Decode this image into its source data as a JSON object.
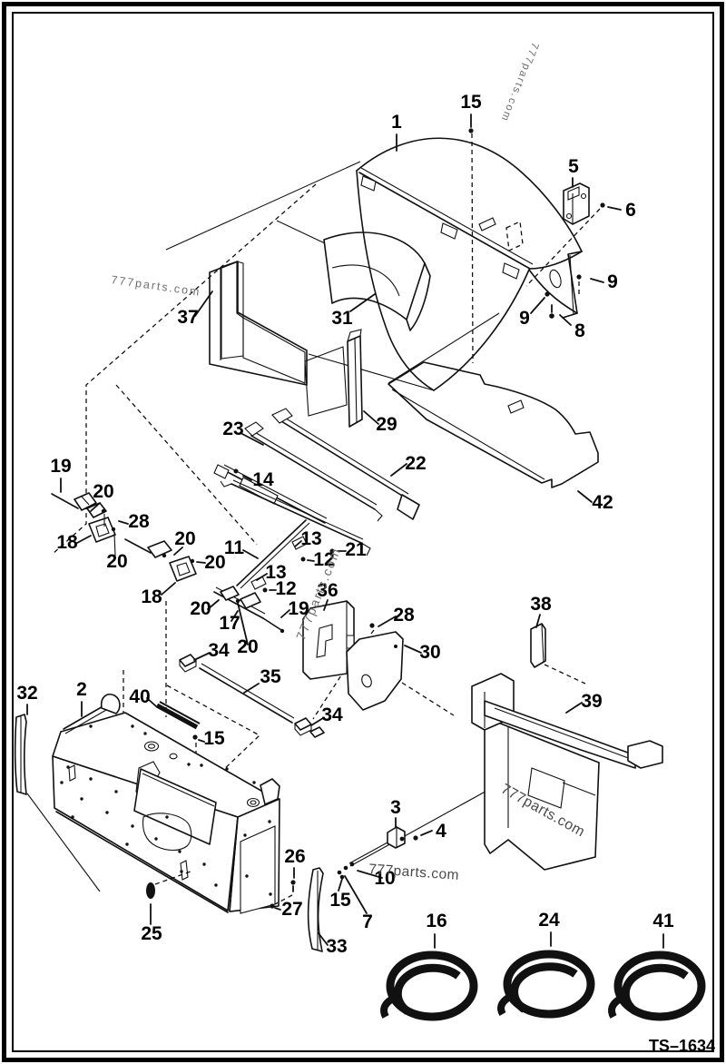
{
  "drawing": {
    "id_label": "TS–1634",
    "watermark": "777parts.com"
  },
  "callouts": [
    "1",
    "15",
    "5",
    "6",
    "9",
    "9",
    "8",
    "37",
    "31",
    "29",
    "23",
    "22",
    "42",
    "14",
    "21",
    "19",
    "20",
    "28",
    "18",
    "20",
    "20",
    "20",
    "18",
    "11",
    "13",
    "12",
    "13",
    "12",
    "20",
    "17",
    "19",
    "20",
    "36",
    "28",
    "30",
    "34",
    "35",
    "34",
    "38",
    "39",
    "32",
    "2",
    "40",
    "15",
    "26",
    "27",
    "25",
    "33",
    "3",
    "4",
    "10",
    "15",
    "7",
    "16",
    "24",
    "41"
  ]
}
